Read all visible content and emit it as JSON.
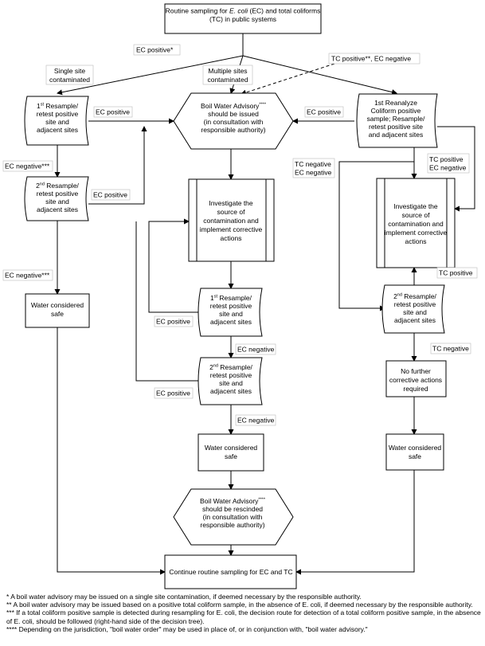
{
  "nodes": {
    "routine_sampling": [
      "Routine sampling for |E. coli| (EC) and total coliforms",
      "(TC) in public systems"
    ],
    "boil_water_advisory": [
      "Boil Water Advisory^****",
      "should be issued",
      "(in consultation with",
      "responsible authority)"
    ],
    "left_resample_1": [
      "1^st Resample/",
      "retest positive",
      "site and",
      "adjacent sites"
    ],
    "left_resample_2": [
      "2^nd Resample/",
      "retest positive",
      "site and",
      "adjacent sites"
    ],
    "left_safe": [
      "Water considered",
      "safe"
    ],
    "right_reanalyze": [
      "1st Reanalyze",
      "Coliform positive",
      "sample; Resample/",
      "retest positive site",
      "and adjacent sites"
    ],
    "mid_investigate": [
      "Investigate the",
      "source of",
      "contamination and",
      "implement corrective",
      "actions"
    ],
    "mid_resample_1": [
      "1^st Resample/",
      "retest positive",
      "site and",
      "adjacent sites"
    ],
    "mid_resample_2": [
      "2^nd Resample/",
      "retest positive",
      "site and",
      "adjacent sites"
    ],
    "mid_safe": [
      "Water considered",
      "safe"
    ],
    "rescind": [
      "Boil Water Advisory^****",
      "should be rescinded",
      "(in consultation with",
      "responsible authority)"
    ],
    "right_investigate": [
      "Investigate the",
      "source of",
      "contamination and",
      "implement corrective",
      "actions"
    ],
    "right_resample_2": [
      "2^nd Resample/",
      "retest positive",
      "site and",
      "adjacent sites"
    ],
    "no_further": [
      "No further",
      "corrective actions",
      "required"
    ],
    "right_safe": [
      "Water considered",
      "safe"
    ],
    "continue_routine": [
      "Continue routine sampling for EC and TC"
    ]
  },
  "edge_labels": {
    "ec_positive_star": [
      "EC positive*"
    ],
    "single_site": [
      "Single site",
      "contaminated"
    ],
    "multiple_sites": [
      "Multiple sites",
      "contaminated"
    ],
    "tc_positive_ec_negative": [
      "TC positive**, EC negative"
    ],
    "left_ec_positive_1": [
      "EC positive"
    ],
    "left_ec_positive_2": [
      "EC positive"
    ],
    "left_ec_negative_1": [
      "EC negative***"
    ],
    "left_ec_negative_2": [
      "EC negative***"
    ],
    "right_ec_positive": [
      "EC positive"
    ],
    "tc_negative_ec_negative": [
      "TC negative",
      "EC negative"
    ],
    "tc_positive_ec_negative_2": [
      "TC positive",
      "EC negative"
    ],
    "mid_ec_positive_1": [
      "EC positive"
    ],
    "mid_ec_negative_1": [
      "EC negative"
    ],
    "mid_ec_positive_2": [
      "EC positive"
    ],
    "mid_ec_negative_2": [
      "EC negative"
    ],
    "right_tc_positive": [
      "TC positive"
    ],
    "right_tc_negative": [
      "TC negative"
    ]
  },
  "footnotes": [
    "* A boil water advisory may be issued on a single site contamination, if deemed necessary by the responsible authority.",
    "** A boil water advisory may be issued based on a positive total coliform sample, in the absence of E. coli, if deemed necessary by the responsible authority.",
    "*** If a total coliform positive sample is detected during resampling for E. coli, the decision route for detection of a total coliform positive sample, in the absence of E. coli, should be followed (right-hand side of the decision tree).",
    "**** Depending on the jurisdiction, \"boil water order\" may be used in place of, or in conjunction with, \"boil water advisory.\""
  ]
}
